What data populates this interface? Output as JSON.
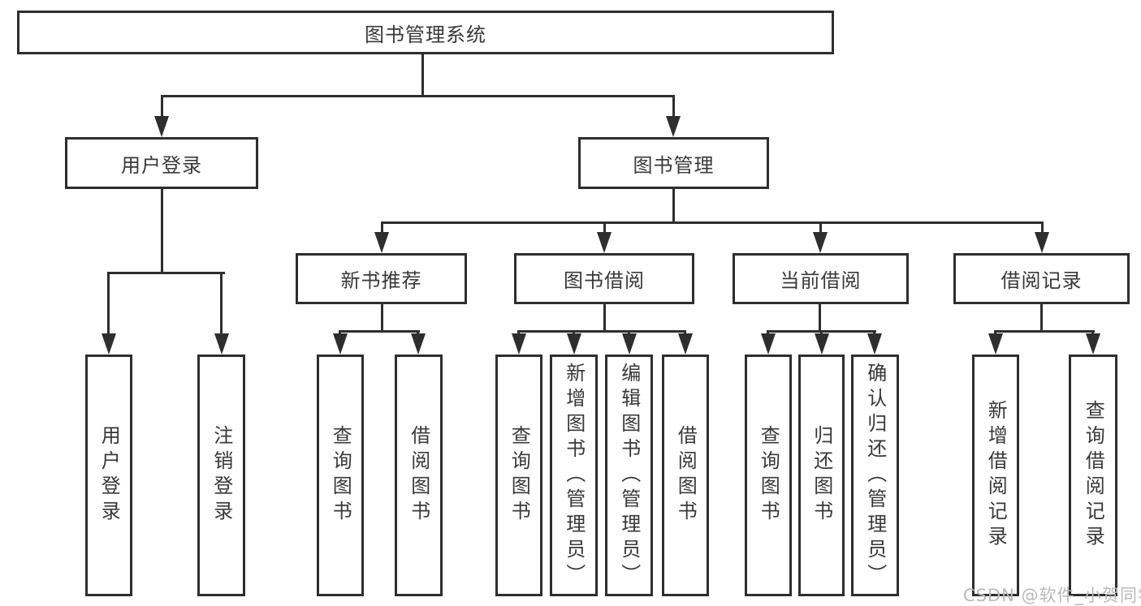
{
  "colors": {
    "line": "#2e2e2e",
    "text": "#383838",
    "watermark": "#b9b9b9",
    "background": "#ffffff"
  },
  "watermark": "CSDN @软件_小贺同学",
  "nodes": {
    "root": "图书管理系统",
    "user_login": "用户登录",
    "book_mgmt": "图书管理",
    "new_book_rec": "新书推荐",
    "book_borrow": "图书借阅",
    "current_borrow": "当前借阅",
    "borrow_records": "借阅记录",
    "leaf_user_login": "用户登录",
    "leaf_logout": "注销登录",
    "rec_query_books": "查询图书",
    "rec_borrow_books": "借阅图书",
    "bor_query_books": "查询图书",
    "bor_add_books": "新增图书（管理员）",
    "bor_edit_books": "编辑图书（管理员）",
    "bor_borrow_books": "借阅图书",
    "cur_query_books": "查询图书",
    "cur_return_books": "归还图书",
    "cur_confirm_return": "确认归还（管理员）",
    "rec_add_record": "新增借阅记录",
    "rec_query_record": "查询借阅记录"
  }
}
